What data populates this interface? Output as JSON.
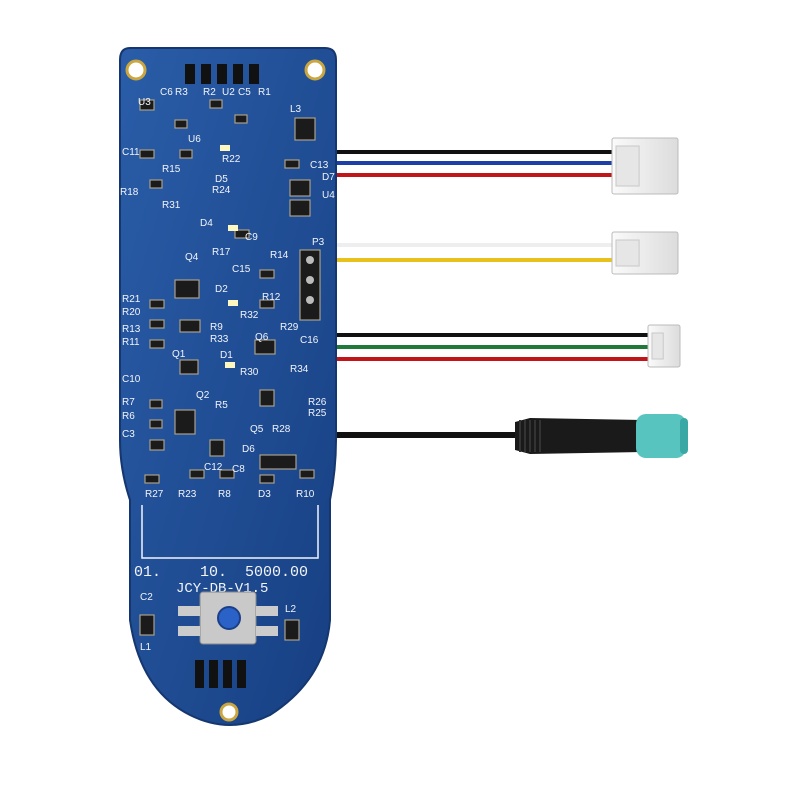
{
  "board": {
    "model_label": "JCY-DB-V1.5",
    "display_readout": [
      "01.",
      "10.",
      "5000.00"
    ],
    "pcb_color": "#1f4f96",
    "silkscreen_labels": [
      "U3",
      "C6",
      "R3",
      "R2",
      "U2",
      "C5",
      "R1",
      "L3",
      "C11",
      "R15",
      "U6",
      "R22",
      "D5",
      "R24",
      "C13",
      "D7",
      "U4",
      "R18",
      "R31",
      "D4",
      "R17",
      "C9",
      "P3",
      "Q4",
      "C15",
      "R14",
      "D2",
      "R21",
      "R20",
      "R13",
      "R11",
      "R9",
      "R33",
      "R32",
      "R12",
      "R29",
      "C16",
      "Q6",
      "Q1",
      "D1",
      "R30",
      "R34",
      "C10",
      "R7",
      "R6",
      "C3",
      "Q2",
      "R5",
      "R26",
      "R25",
      "Q5",
      "R28",
      "D6",
      "C12",
      "C8",
      "R27",
      "R23",
      "R8",
      "D3",
      "R10",
      "C2",
      "L2",
      "L1"
    ]
  },
  "wires": [
    {
      "colors": [
        "#111111",
        "#1d3fa8",
        "#c0161a"
      ]
    },
    {
      "colors": [
        "#eeeeee",
        "#e8c21a"
      ]
    },
    {
      "colors": [
        "#111111",
        "#1f7a3a",
        "#c0161a"
      ]
    },
    {
      "colors": [
        "#111111"
      ]
    }
  ],
  "connector_color": "#58c4c0"
}
